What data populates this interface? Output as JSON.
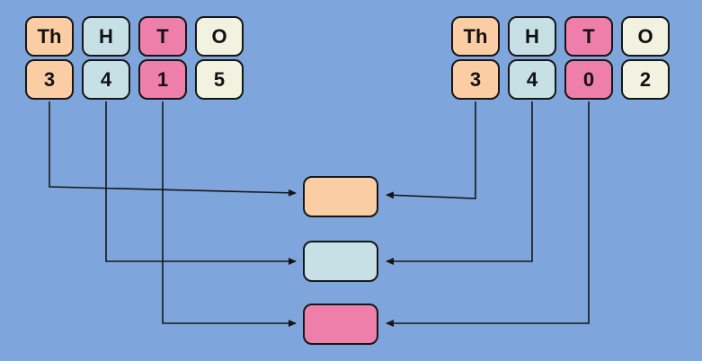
{
  "background_color": "#7fa6dc",
  "colors": {
    "thousands": "#fbcda5",
    "hundreds": "#c7e0e6",
    "tens": "#ee7fab",
    "ones": "#f1f2df",
    "line": "#161616"
  },
  "tables": {
    "left": {
      "headers": [
        "Th",
        "H",
        "T",
        "O"
      ],
      "values": [
        "3",
        "4",
        "1",
        "5"
      ]
    },
    "right": {
      "headers": [
        "Th",
        "H",
        "T",
        "O"
      ],
      "values": [
        "3",
        "4",
        "0",
        "2"
      ]
    }
  },
  "result_boxes": [
    {
      "name": "thousands-sum-box",
      "color": "#fbcda5"
    },
    {
      "name": "hundreds-sum-box",
      "color": "#c7e0e6"
    },
    {
      "name": "tens-sum-box",
      "color": "#ee7fab"
    }
  ]
}
